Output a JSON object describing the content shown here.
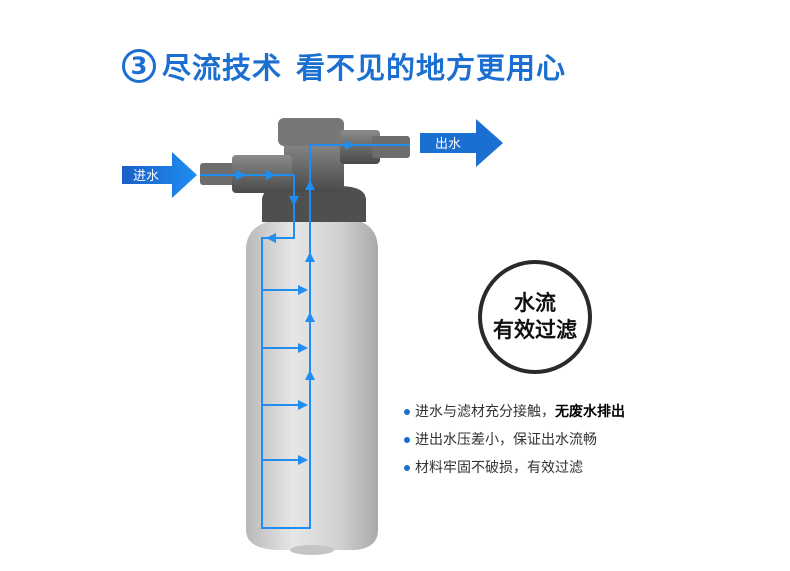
{
  "header": {
    "number": "3",
    "title_a": "尽流技术",
    "title_b": "看不见的地方更用心"
  },
  "arrows": {
    "inlet": "进水",
    "outlet": "出水"
  },
  "badge": {
    "line1": "水流",
    "line2": "有效过滤"
  },
  "features": [
    {
      "text": "进水与滤材充分接触，",
      "bold": "无废水排出"
    },
    {
      "text": "进出水压差小，保证出水流畅",
      "bold": ""
    },
    {
      "text": "材料牢固不破损，有效过滤",
      "bold": ""
    }
  ],
  "colors": {
    "accent": "#1a6fd0",
    "flow": "#1f8ef0",
    "housing": "#6e6e6e",
    "tank": "#cfcfcf"
  }
}
